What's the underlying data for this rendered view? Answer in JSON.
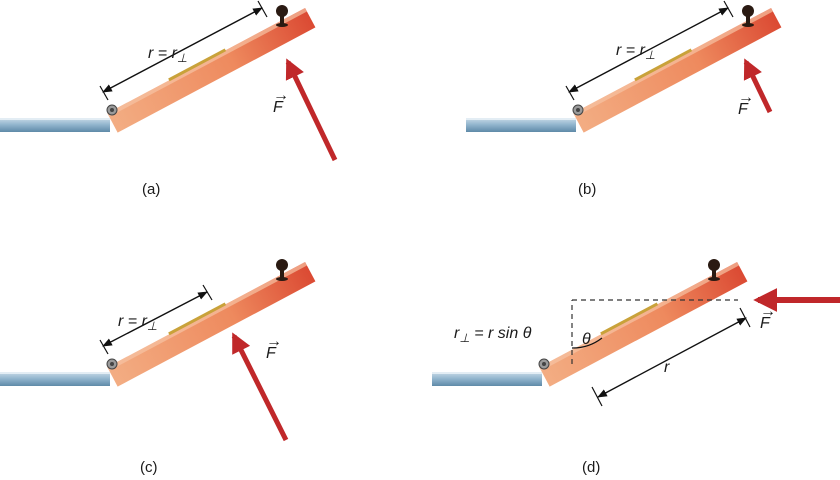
{
  "panels": [
    {
      "caption": "(a)",
      "r_label": "r = r",
      "r_sub": "⊥",
      "force_label": "F"
    },
    {
      "caption": "(b)",
      "r_label": "r = r",
      "r_sub": "⊥",
      "force_label": "F"
    },
    {
      "caption": "(c)",
      "r_label": "r = r",
      "r_sub": "⊥",
      "force_label": "F"
    },
    {
      "caption": "(d)",
      "r_perp_base": "r",
      "r_perp_sub": "⊥",
      "r_perp_rest": " = r sin ",
      "theta": "θ",
      "theta_angle": "θ",
      "r_label": "r",
      "force_label": "F"
    }
  ],
  "colors": {
    "water": "#8fb3cc",
    "door_light": "#f0a277",
    "door_dark": "#d9452f",
    "force_arrow": "#c0282a",
    "handle": "#3a2418",
    "hinge": "#7a7a7a"
  },
  "icons": [
    "hinge-icon",
    "door-handle-icon",
    "force-arrow-icon"
  ]
}
